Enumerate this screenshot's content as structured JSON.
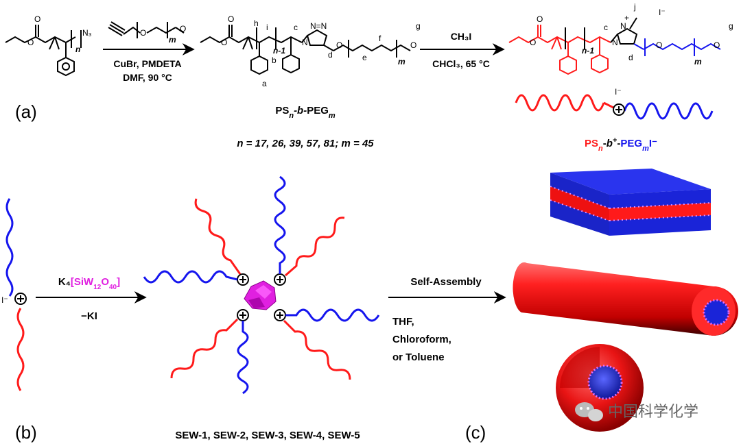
{
  "colors": {
    "ps": "#ff1a1a",
    "peg": "#1515ee",
    "polyoxometalate": "#e020e0",
    "black": "#000000",
    "cube_blue": "#1a24d8",
    "cube_red": "#ee1111",
    "dot": "#d050e0"
  },
  "panels": {
    "a": "(a)",
    "b": "(b)",
    "c": "(c)"
  },
  "reaction1": {
    "conditions": [
      "CuBr, PMDETA",
      "DMF, 90 °C"
    ],
    "reactant_alkyne": {
      "sub_m": "m"
    },
    "reactant1": {
      "n": "n",
      "azide": "N₃"
    },
    "product_name": {
      "ps": "PS",
      "sub_n": "n",
      "dash_b": "-b-",
      "peg": "PEG",
      "sub_m": "m"
    },
    "product_repeat": "n = 17, 26, 39, 57, 81; m = 45",
    "atom_labels": [
      "h",
      "i",
      "c",
      "n-1",
      "b",
      "a",
      "d",
      "e",
      "f",
      "g",
      "m"
    ]
  },
  "reaction2": {
    "reagent": "CH₃I",
    "conditions": "CHCl₃, 65 °C",
    "product_name": {
      "ps": "PS",
      "sub_n": "n",
      "dash": "-",
      "b": "b",
      "sup": "+",
      "dash2": "-",
      "peg": "PEG",
      "sub_m": "m",
      "iodide": "I⁻"
    },
    "atom_labels": [
      "j",
      "c",
      "n-1",
      "d",
      "m",
      "g"
    ],
    "counterion": "I⁻"
  },
  "exchange": {
    "reagent": "K₄[SiW₁₂O₄₀]",
    "reagent_parts": {
      "k4": "K₄",
      "bracket_open": "[",
      "si": "SiW",
      "sub12": "12",
      "o": "O",
      "sub40": "40",
      "bracket_close": "]"
    },
    "byproduct": "−KI",
    "iodide_left": "I⁻"
  },
  "sew_labels": "SEW-1, SEW-2, SEW-3, SEW-4, SEW-5",
  "assembly": {
    "arrow_label": "Self-Assembly",
    "solvents": [
      "THF,",
      "Chloroform,",
      "or Toluene"
    ]
  },
  "watermark": "中国科学化学",
  "icons": [
    "wechat-icon",
    "plus-cation-icon",
    "polyoxometalate-icon"
  ]
}
